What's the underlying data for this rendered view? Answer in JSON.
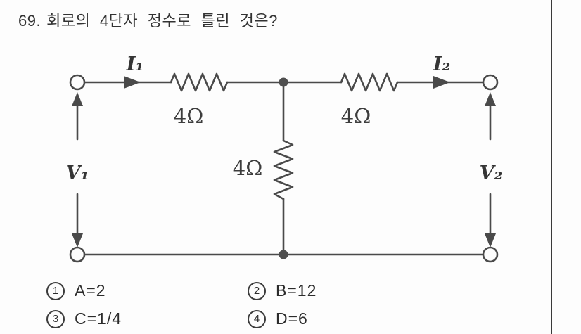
{
  "question": {
    "number": "69.",
    "text": "회로의 4단자 정수로 틀린 것은?"
  },
  "circuit": {
    "description": "T-network two-port circuit with two series resistors and one shunt resistor",
    "labels": {
      "current_in": "I₁",
      "current_out": "I₂",
      "voltage_in": "V₁",
      "voltage_out": "V₂",
      "resistor_series_left": "4Ω",
      "resistor_series_right": "4Ω",
      "resistor_shunt": "4Ω"
    },
    "colors": {
      "line": "#4a4a4a",
      "label": "#3d3d3d"
    }
  },
  "choices": [
    {
      "num": "1",
      "label": "A=2"
    },
    {
      "num": "2",
      "label": "B=12"
    },
    {
      "num": "3",
      "label": "C=1/4"
    },
    {
      "num": "4",
      "label": "D=6"
    }
  ],
  "divider_color": "#3a3a3a"
}
